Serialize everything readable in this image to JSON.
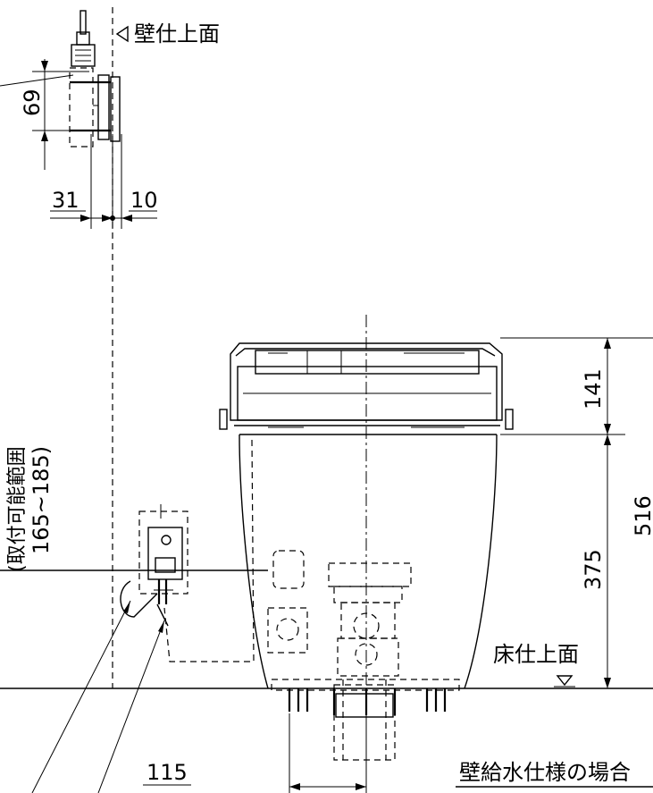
{
  "labels": {
    "wall_finish": "壁仕上面",
    "floor_finish": "床仕上面",
    "caption": "壁給水仕様の場合",
    "range_title": "(取付可能範囲",
    "range_values": "165~185)"
  },
  "dimensions": {
    "d69": "69",
    "d31": "31",
    "d10": "10",
    "d141": "141",
    "d516": "516",
    "d375": "375",
    "d115": "115"
  },
  "colors": {
    "line": "#000000",
    "background": "#ffffff"
  }
}
